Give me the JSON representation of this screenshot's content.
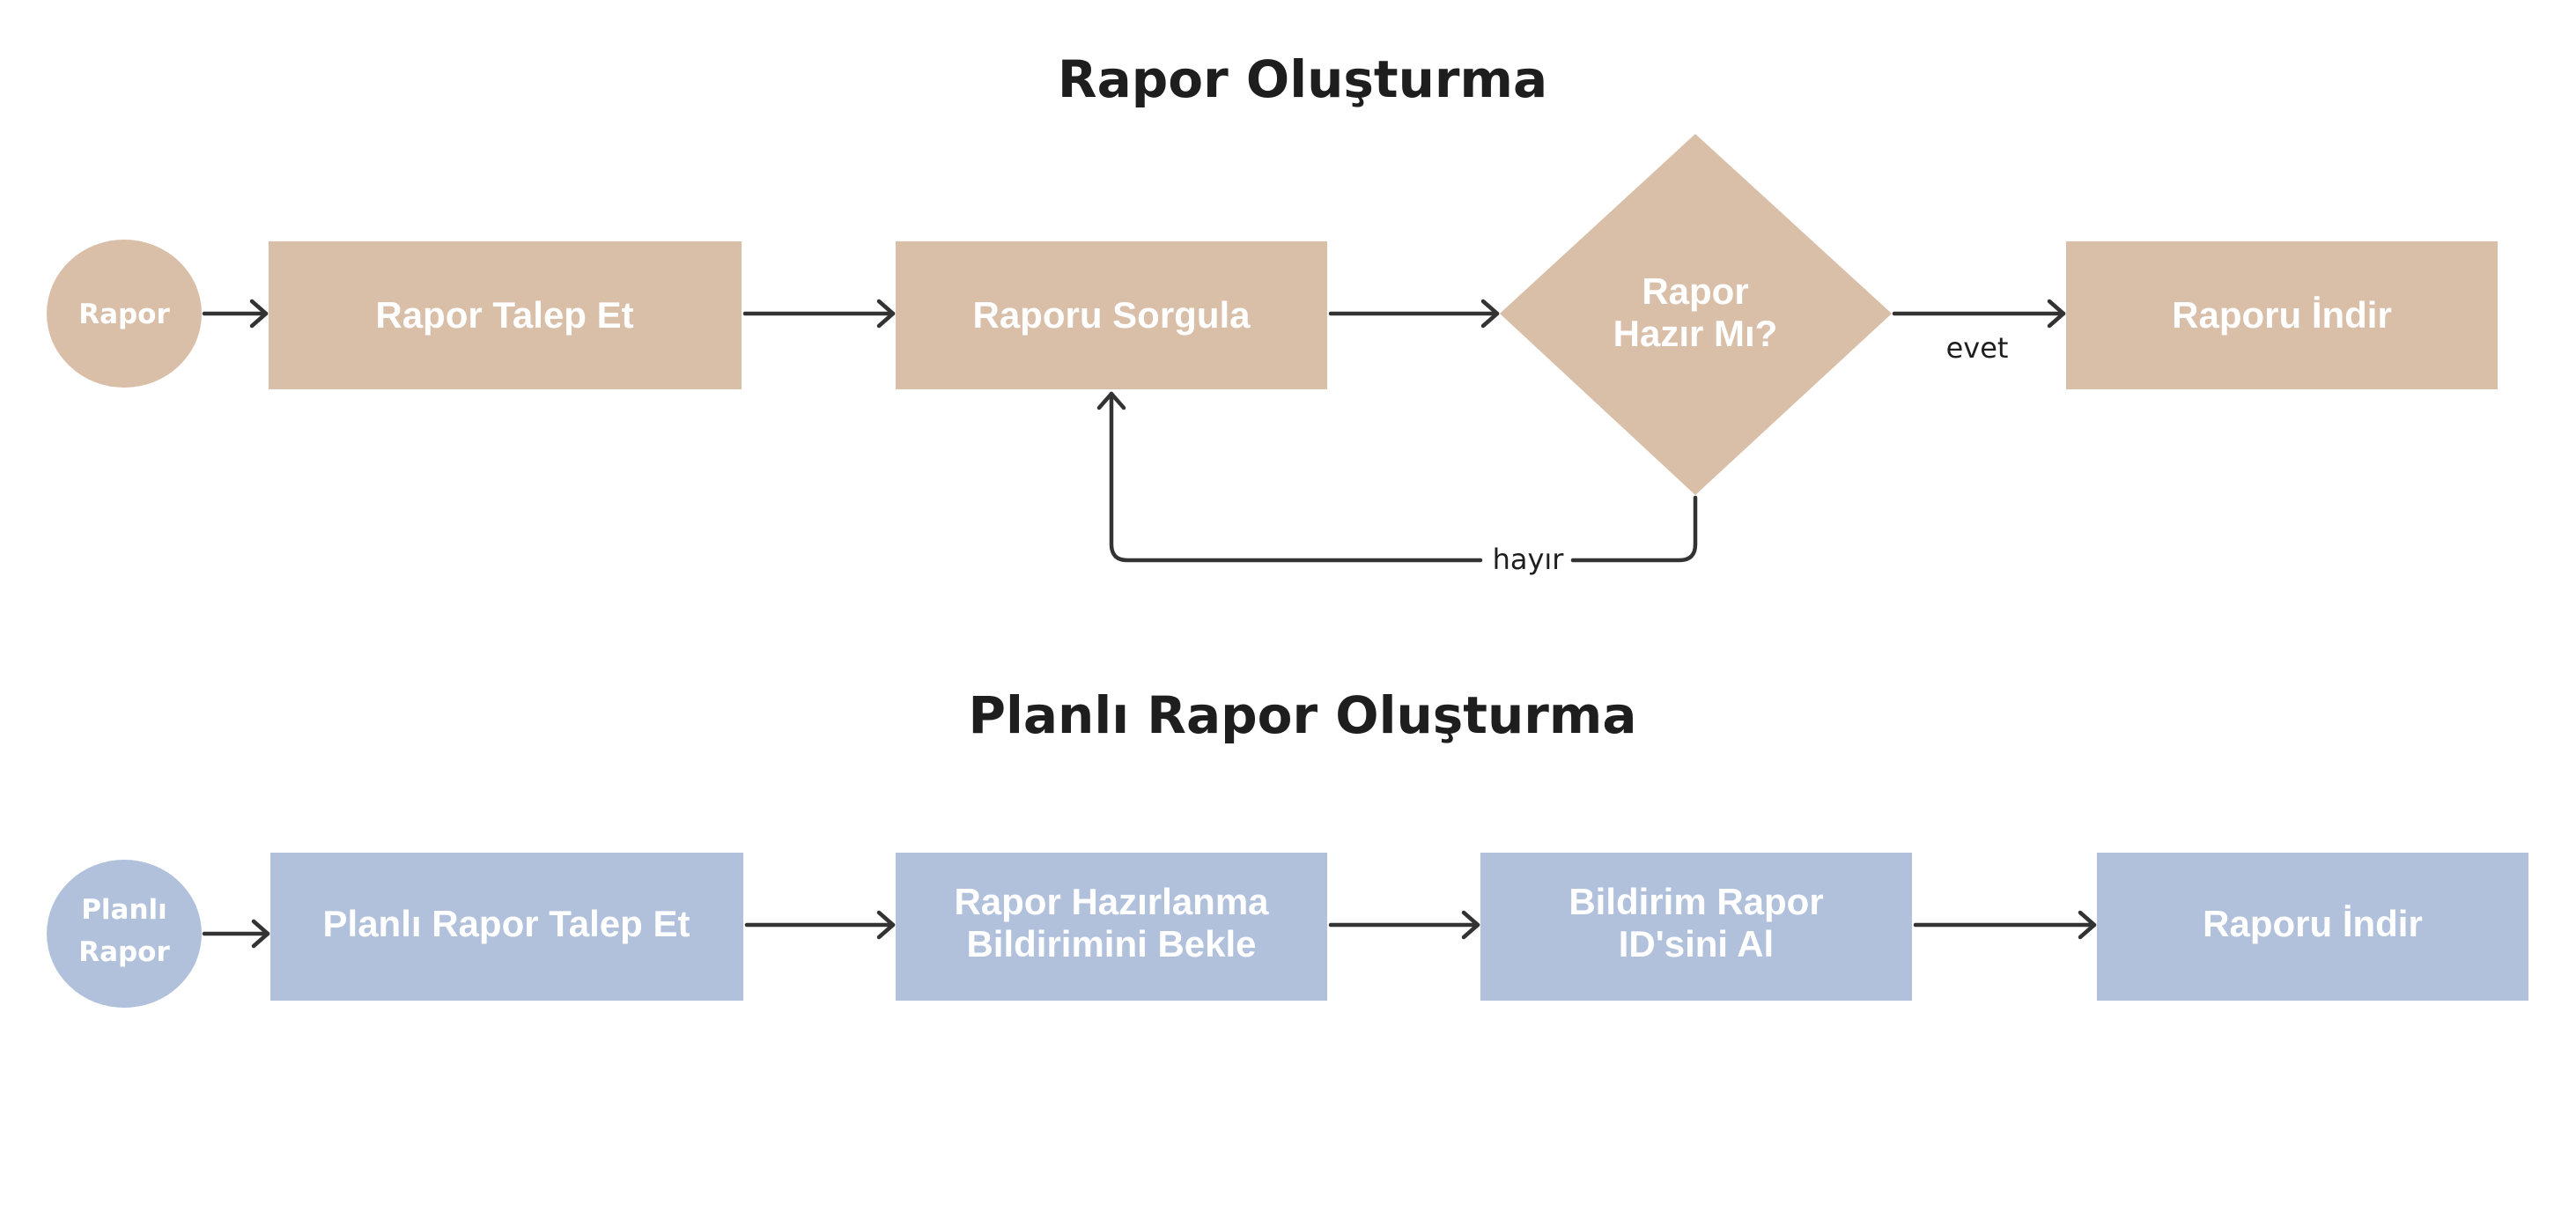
{
  "diagram": {
    "colors": {
      "flow1_fill": "#d9bea8",
      "flow2_fill": "#b1c1db",
      "edge": "#333333",
      "text_dark": "#1e1e1e",
      "text_light": "#ffffff"
    },
    "flow1": {
      "title": "Rapor Oluşturma",
      "start": "Rapor",
      "step1": "Rapor Talep Et",
      "step2": "Raporu Sorgula",
      "decision_line1": "Rapor",
      "decision_line2": "Hazır Mı?",
      "end": "Raporu İndir",
      "yes_label": "evet",
      "no_label": "hayır"
    },
    "flow2": {
      "title": "Planlı Rapor Oluşturma",
      "start_line1": "Planlı",
      "start_line2": "Rapor",
      "step1": "Planlı Rapor Talep Et",
      "step2_line1": "Rapor Hazırlanma",
      "step2_line2": "Bildirimini Bekle",
      "step3_line1": "Bildirim Rapor",
      "step3_line2": "ID'sini Al",
      "end": "Raporu İndir"
    }
  }
}
